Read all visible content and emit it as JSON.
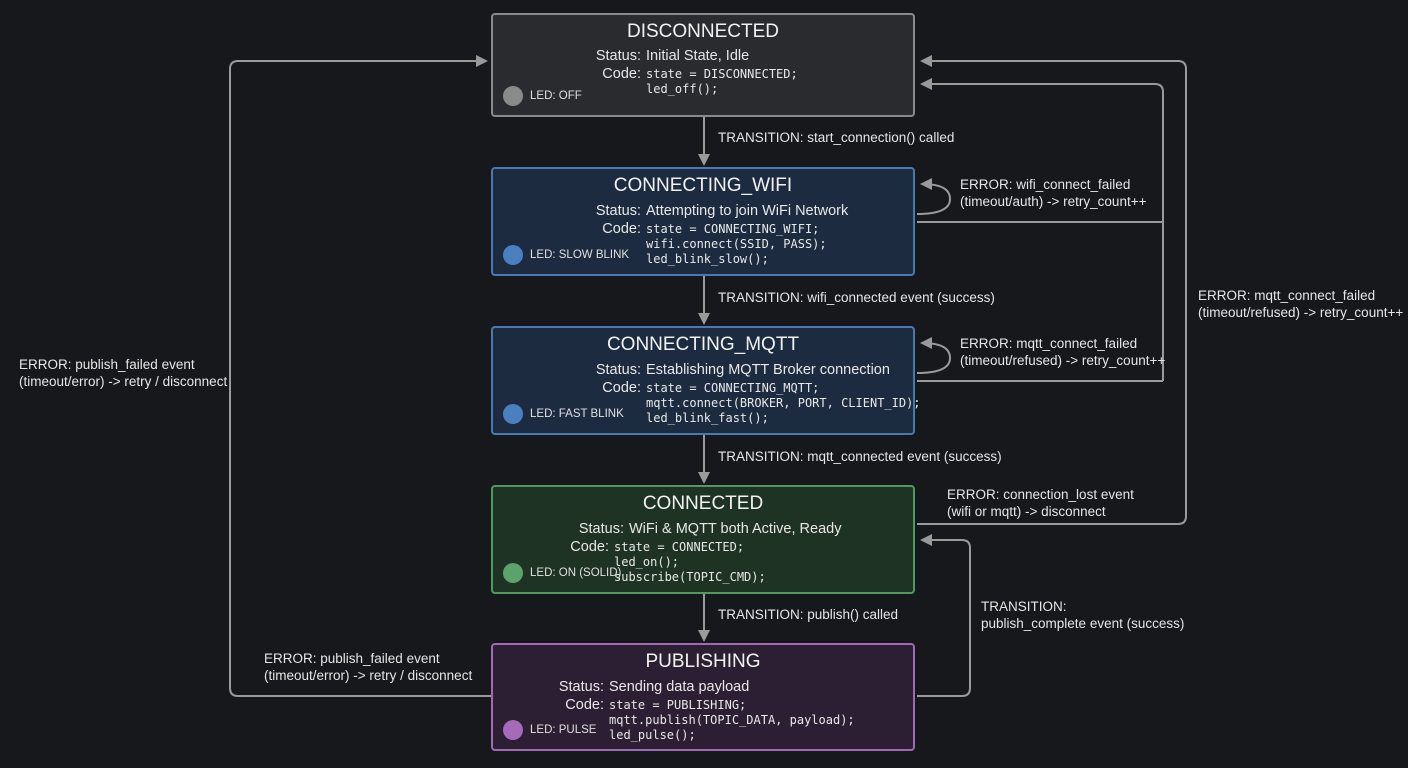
{
  "colors": {
    "background": "#16181b",
    "wire": "#9a9a9a",
    "disconnected_fill": "#2a2b2e",
    "disconnected_border": "#8a8a8a",
    "wifi_fill": "#1c2b40",
    "wifi_border": "#4a78b0",
    "mqtt_fill": "#1c2b40",
    "mqtt_border": "#4a78b0",
    "connected_fill": "#1f3324",
    "connected_border": "#4f9a5c",
    "publishing_fill": "#2c1f33",
    "publishing_border": "#a06ab4",
    "led_off": "#8a8a8a",
    "led_blue": "#4a7fc0",
    "led_green": "#5aa36a",
    "led_purple": "#a56ab8"
  },
  "states": {
    "disconnected": {
      "title": "DISCONNECTED",
      "status_label": "Status:",
      "status": "Initial State, Idle",
      "code_label": "Code:",
      "code": "state = DISCONNECTED;\nled_off();",
      "led": "LED: OFF"
    },
    "wifi": {
      "title": "CONNECTING_WIFI",
      "status_label": "Status:",
      "status": "Attempting to join WiFi Network",
      "code_label": "Code:",
      "code": "state = CONNECTING_WIFI;\nwifi.connect(SSID, PASS);\nled_blink_slow();",
      "led": "LED: SLOW BLINK"
    },
    "mqtt": {
      "title": "CONNECTING_MQTT",
      "status_label": "Status:",
      "status": "Establishing MQTT Broker connection",
      "code_label": "Code:",
      "code": "state = CONNECTING_MQTT;\nmqtt.connect(BROKER, PORT, CLIENT_ID);\nled_blink_fast();",
      "led": "LED: FAST BLINK"
    },
    "connected": {
      "title": "CONNECTED",
      "status_label": "Status:",
      "status": "WiFi & MQTT both Active, Ready",
      "code_label": "Code:",
      "code": "state = CONNECTED;\nled_on();\nsubscribe(TOPIC_CMD);",
      "led": "LED: ON (SOLID)"
    },
    "publishing": {
      "title": "PUBLISHING",
      "status_label": "Status:",
      "status": "Sending data payload",
      "code_label": "Code:",
      "code": "state = PUBLISHING;\nmqtt.publish(TOPIC_DATA, payload);\nled_pulse();",
      "led": "LED: PULSE"
    }
  },
  "labels": {
    "t_start": "TRANSITION: start_connection() called",
    "t_wifi": "TRANSITION: wifi_connected event (success)",
    "t_mqtt": "TRANSITION: mqtt_connected event (success)",
    "t_publish": "TRANSITION: publish() called",
    "t_publish_complete": "TRANSITION:\npublish_complete event (success)",
    "e_wifi_retry": "ERROR: wifi_connect_failed\n(timeout/auth) -> retry_count++",
    "e_mqtt_retry": "ERROR: mqtt_connect_failed\n(timeout/refused) -> retry_count++",
    "e_mqtt_outer": "ERROR: mqtt_connect_failed\n(timeout/refused) -> retry_count++",
    "e_connection_lost": "ERROR: connection_lost event\n(wifi or mqtt) -> disconnect",
    "e_publish_left": "ERROR: publish_failed event\n(timeout/error) -> retry / disconnect",
    "e_publish_bottom": "ERROR: publish_failed event\n(timeout/error) -> retry / disconnect"
  }
}
